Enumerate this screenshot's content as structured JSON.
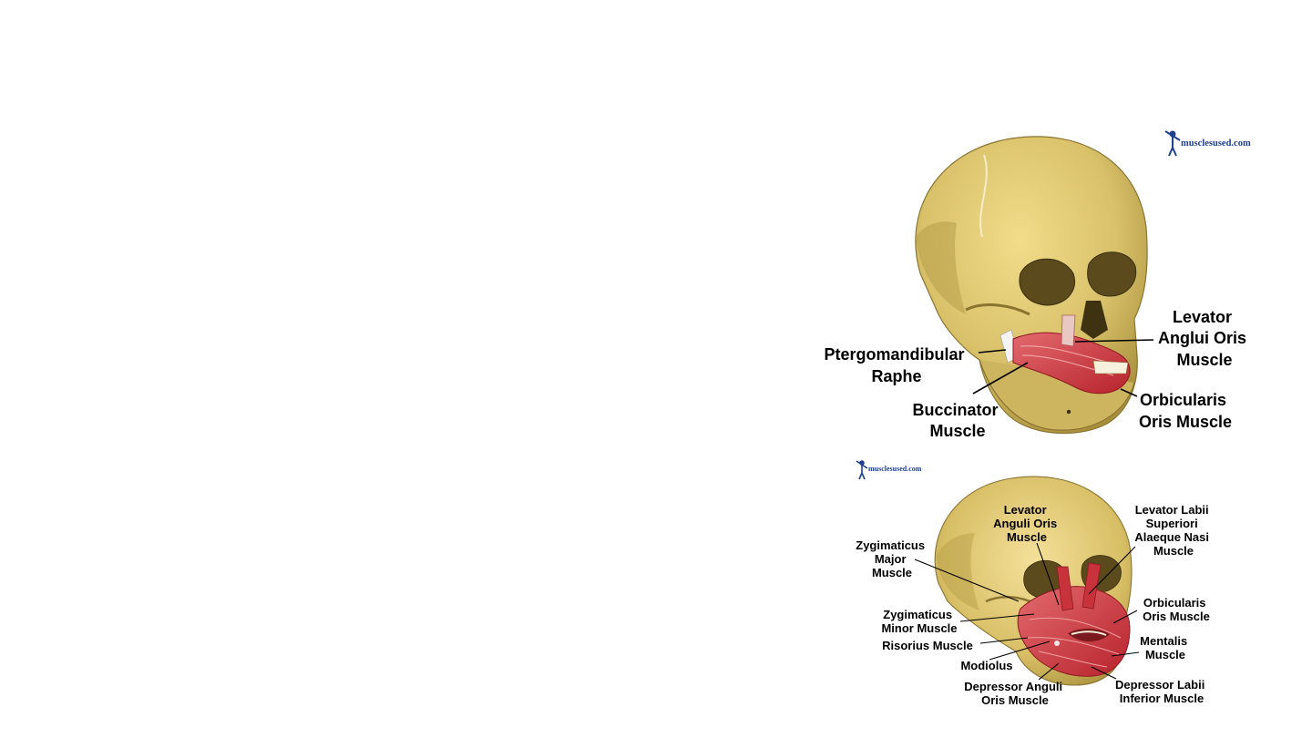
{
  "watermarks": {
    "top": "musclesused.com",
    "bottom": "musclesused.com"
  },
  "diagram_top": {
    "labels": {
      "levator": [
        "Levator",
        "Anglui Oris",
        "Muscle"
      ],
      "pterygo": [
        "Ptergomandibular",
        "Raphe"
      ],
      "buccinator": [
        "Buccinator",
        "Muscle"
      ],
      "orbicularis": [
        "Orbicularis",
        "Oris Muscle"
      ]
    }
  },
  "diagram_bottom": {
    "labels": {
      "levator_anguli": [
        "Levator",
        "Anguli Oris",
        "Muscle"
      ],
      "levator_labii": [
        "Levator Labii",
        "Superiori",
        "Alaeque Nasi",
        "Muscle"
      ],
      "zyg_major": [
        "Zygimaticus",
        "Major",
        "Muscle"
      ],
      "zyg_minor": [
        "Zygimaticus",
        "Minor Muscle"
      ],
      "risorius": [
        "Risorius Muscle"
      ],
      "modiolus": [
        "Modiolus"
      ],
      "depressor_anguli": [
        "Depressor Anguli",
        "Oris Muscle"
      ],
      "orbicularis": [
        "Orbicularis",
        "Oris Muscle"
      ],
      "mentalis": [
        "Mentalis",
        "Muscle"
      ],
      "depressor_labii": [
        "Depressor Labii",
        "Inferior Muscle"
      ]
    }
  },
  "colors": {
    "bone": "#d9c16a",
    "bone_shadow": "#a88f3c",
    "muscle": "#c8323a",
    "muscle_light": "#e26a6e",
    "watermark": "#1f3f8f"
  }
}
